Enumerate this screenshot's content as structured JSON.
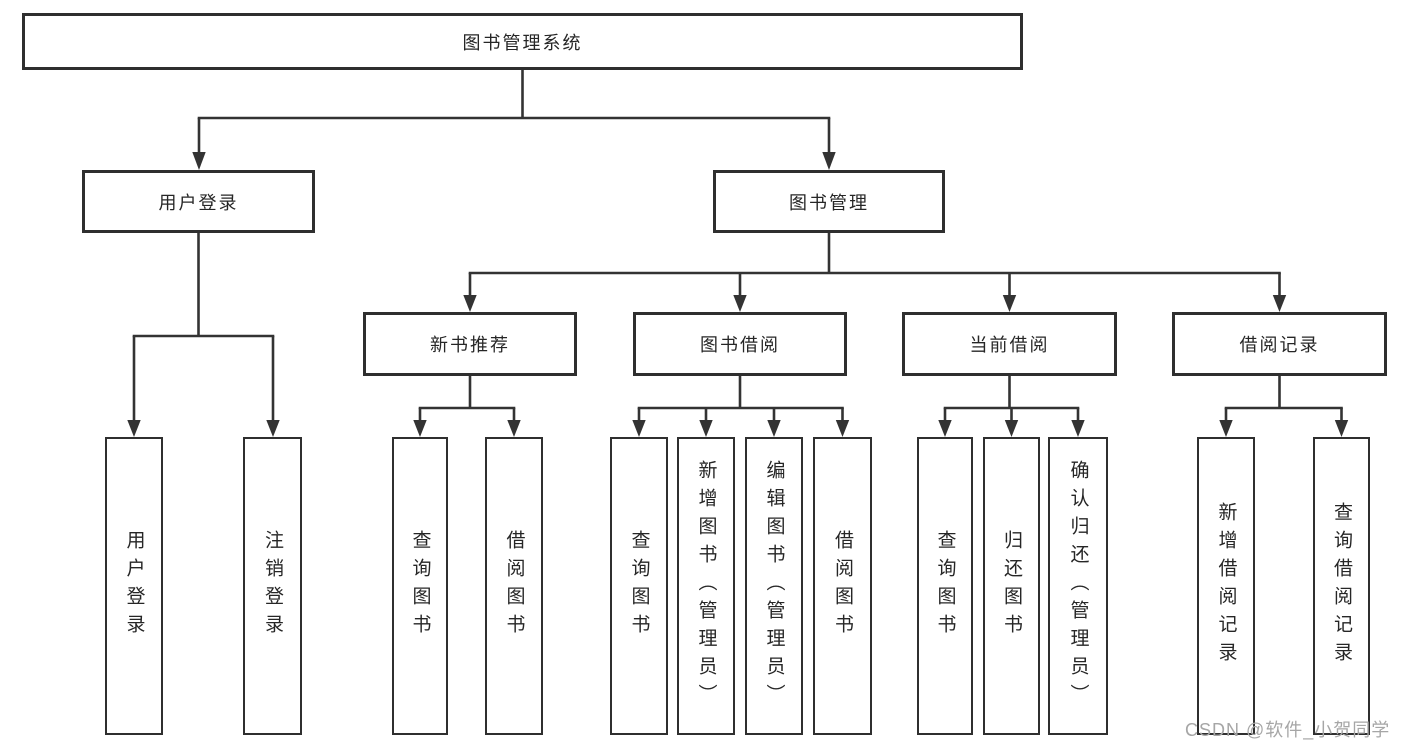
{
  "diagram": {
    "root": {
      "label": "图书管理系统"
    },
    "level2": [
      {
        "label": "用户登录"
      },
      {
        "label": "图书管理"
      }
    ],
    "level3": [
      {
        "label": "新书推荐",
        "parent": "图书管理"
      },
      {
        "label": "图书借阅",
        "parent": "图书管理"
      },
      {
        "label": "当前借阅",
        "parent": "图书管理"
      },
      {
        "label": "借阅记录",
        "parent": "图书管理"
      }
    ],
    "leaves": [
      {
        "label": "用户登录",
        "parent": "用户登录"
      },
      {
        "label": "注销登录",
        "parent": "用户登录"
      },
      {
        "label": "查询图书",
        "parent": "新书推荐"
      },
      {
        "label": "借阅图书",
        "parent": "新书推荐"
      },
      {
        "label": "查询图书",
        "parent": "图书借阅"
      },
      {
        "label": "新增图书（管理员）",
        "parent": "图书借阅"
      },
      {
        "label": "编辑图书（管理员）",
        "parent": "图书借阅"
      },
      {
        "label": "借阅图书",
        "parent": "图书借阅"
      },
      {
        "label": "查询图书",
        "parent": "当前借阅"
      },
      {
        "label": "归还图书",
        "parent": "当前借阅"
      },
      {
        "label": "确认归还（管理员）",
        "parent": "当前借阅"
      },
      {
        "label": "新增借阅记录",
        "parent": "借阅记录"
      },
      {
        "label": "查询借阅记录",
        "parent": "借阅记录"
      }
    ],
    "colors": {
      "line": "#333333",
      "border": "#2f2f2f",
      "text": "#262626",
      "background": "#ffffff",
      "watermark": "#a6a6a6"
    }
  },
  "watermark": {
    "text": "CSDN @软件_小贺同学"
  }
}
